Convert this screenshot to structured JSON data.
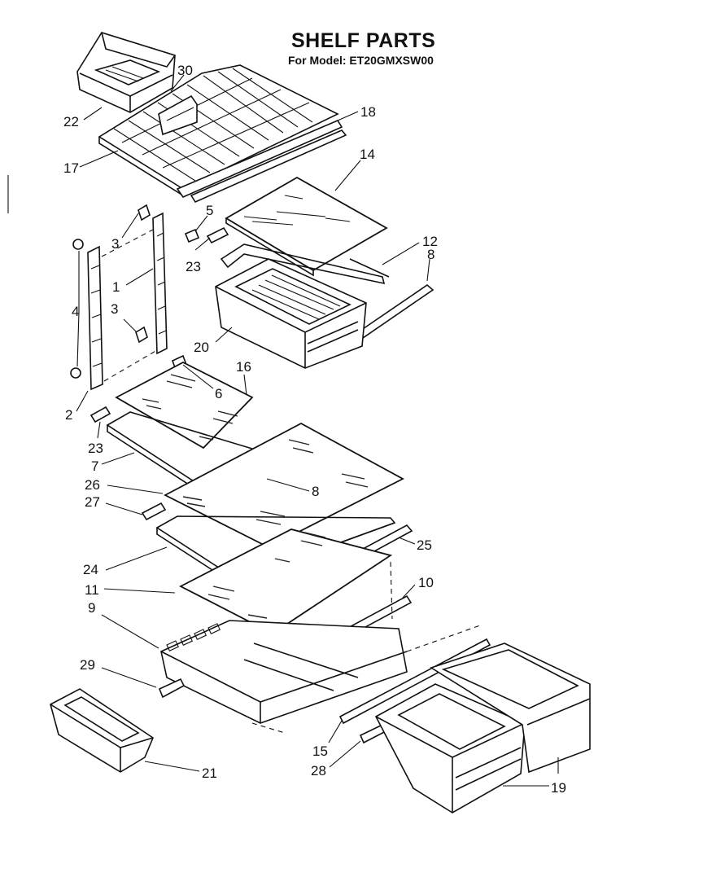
{
  "header": {
    "title": "SHELF PARTS",
    "subtitle": "For Model: ET20GMXSW00"
  },
  "callouts": [
    {
      "id": "22",
      "text": "22"
    },
    {
      "id": "30",
      "text": "30"
    },
    {
      "id": "18",
      "text": "18"
    },
    {
      "id": "17",
      "text": "17"
    },
    {
      "id": "14",
      "text": "14"
    },
    {
      "id": "5",
      "text": "5"
    },
    {
      "id": "3a",
      "text": "3"
    },
    {
      "id": "23a",
      "text": "23"
    },
    {
      "id": "12",
      "text": "12"
    },
    {
      "id": "8a",
      "text": "8"
    },
    {
      "id": "1",
      "text": "1"
    },
    {
      "id": "4",
      "text": "4"
    },
    {
      "id": "3b",
      "text": "3"
    },
    {
      "id": "20",
      "text": "20"
    },
    {
      "id": "16",
      "text": "16"
    },
    {
      "id": "6",
      "text": "6"
    },
    {
      "id": "2",
      "text": "2"
    },
    {
      "id": "23b",
      "text": "23"
    },
    {
      "id": "7",
      "text": "7"
    },
    {
      "id": "26",
      "text": "26"
    },
    {
      "id": "8b",
      "text": "8"
    },
    {
      "id": "27",
      "text": "27"
    },
    {
      "id": "25",
      "text": "25"
    },
    {
      "id": "24",
      "text": "24"
    },
    {
      "id": "11",
      "text": "11"
    },
    {
      "id": "10",
      "text": "10"
    },
    {
      "id": "9",
      "text": "9"
    },
    {
      "id": "29",
      "text": "29"
    },
    {
      "id": "15",
      "text": "15"
    },
    {
      "id": "21",
      "text": "21"
    },
    {
      "id": "28",
      "text": "28"
    },
    {
      "id": "19",
      "text": "19"
    }
  ]
}
